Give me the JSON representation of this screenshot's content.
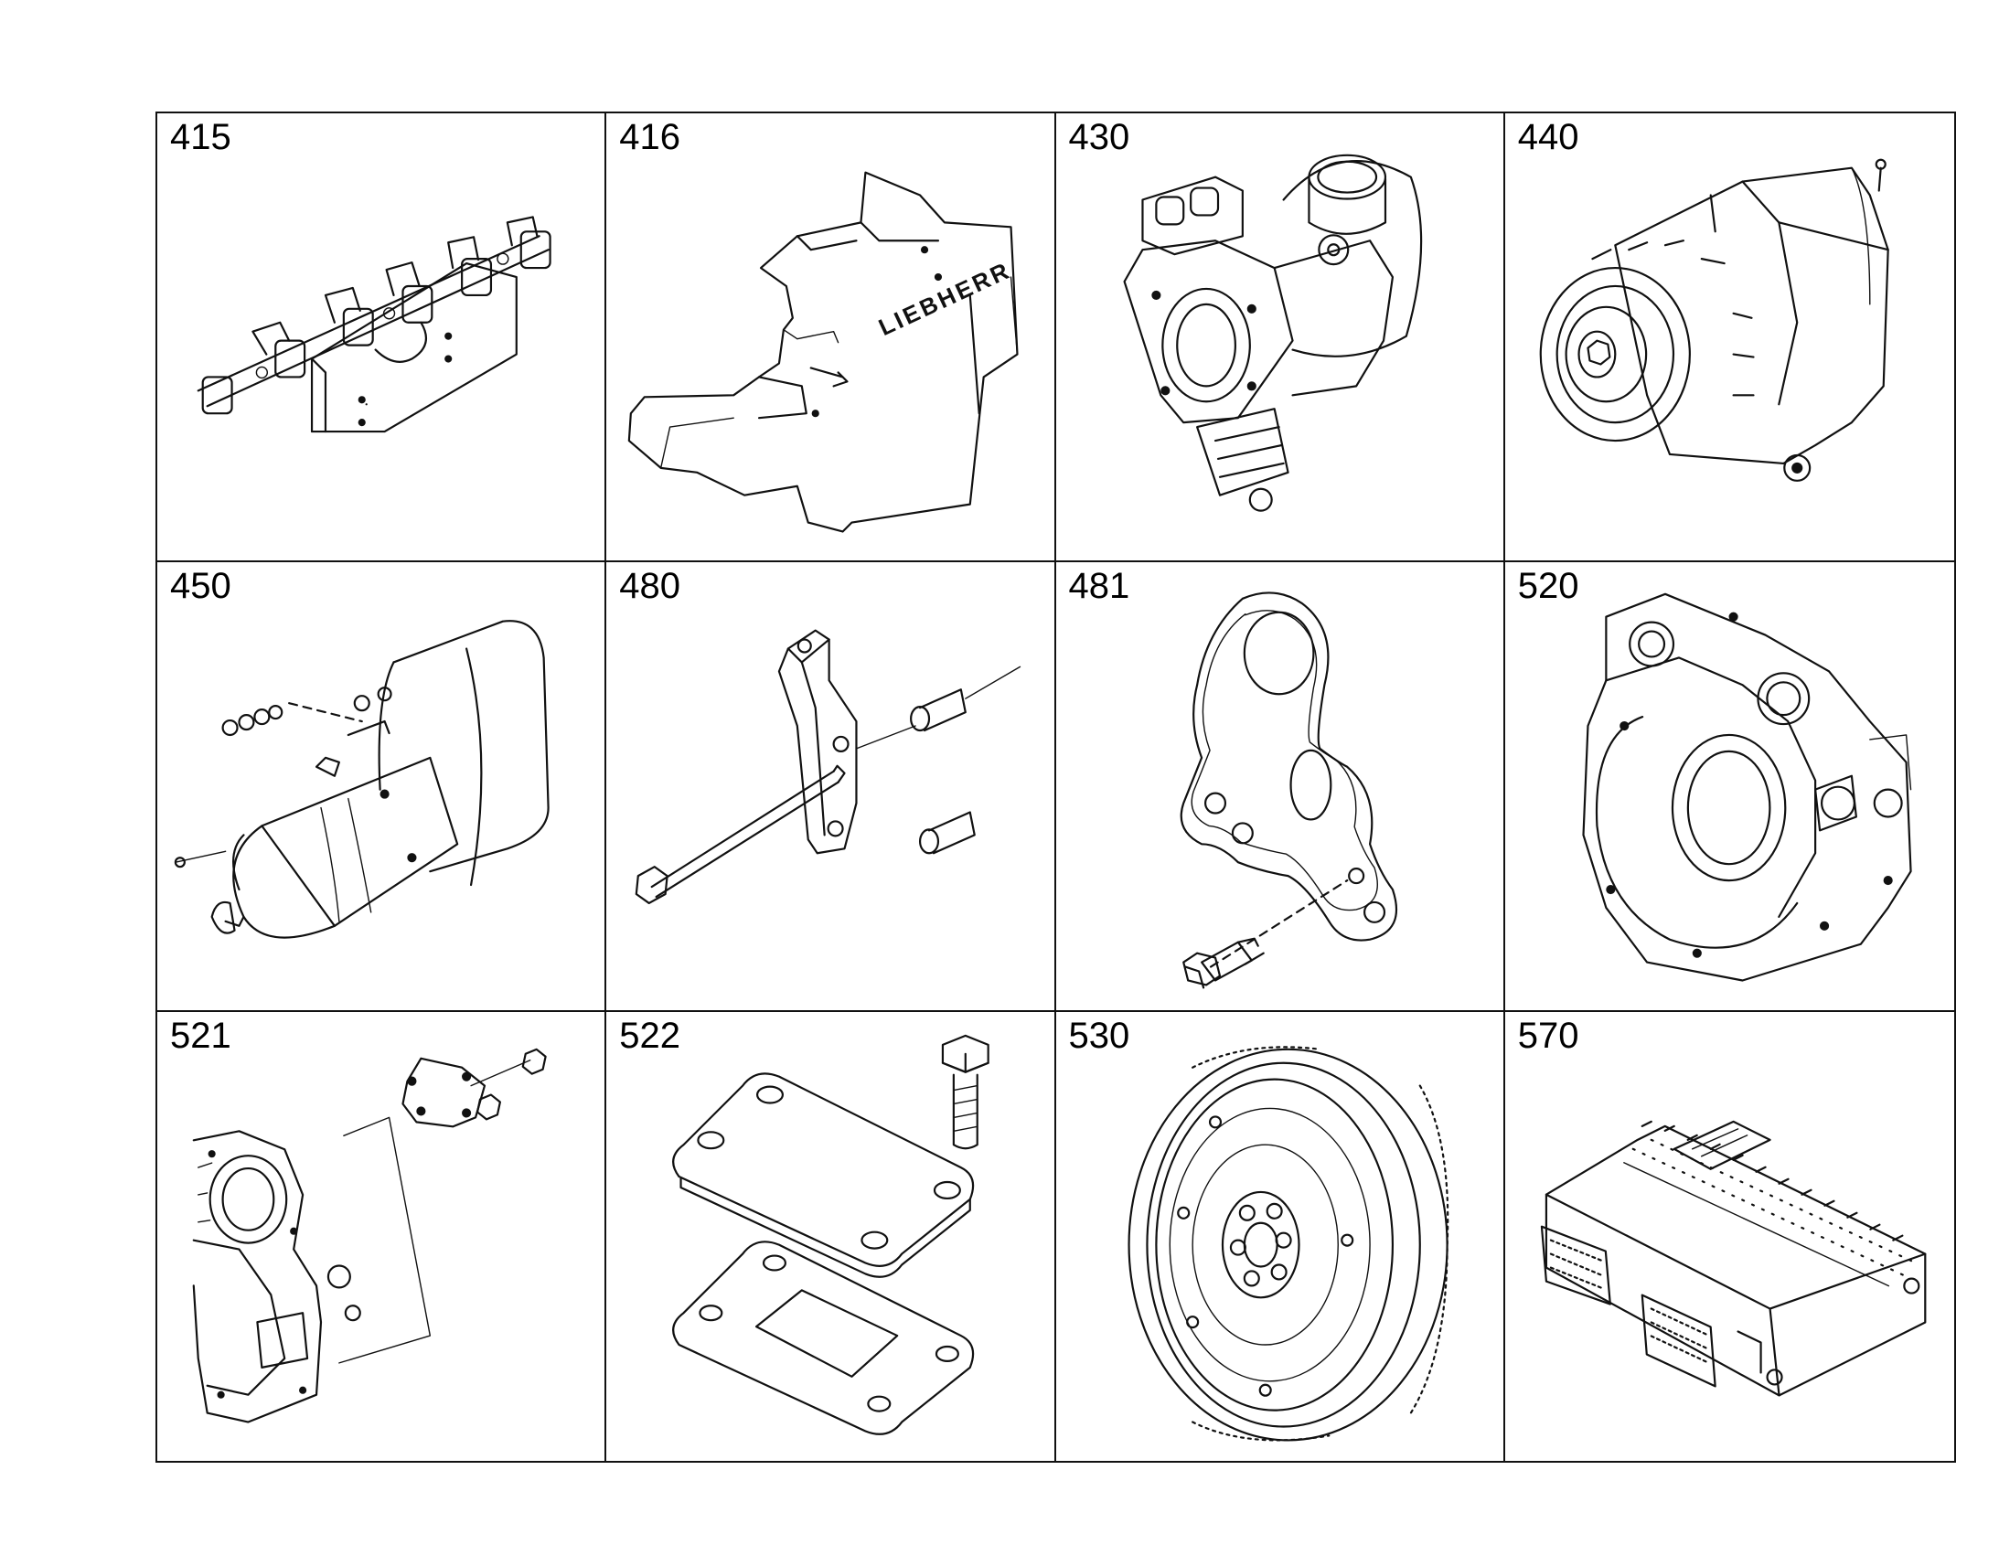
{
  "parts": [
    {
      "number": "415",
      "icon": "exhaust-manifold-icon"
    },
    {
      "number": "416",
      "icon": "engine-cover-icon",
      "brand_text": "LIEBHERR"
    },
    {
      "number": "430",
      "icon": "turbocharger-icon"
    },
    {
      "number": "440",
      "icon": "alternator-icon"
    },
    {
      "number": "450",
      "icon": "starter-motor-icon"
    },
    {
      "number": "480",
      "icon": "bracket-bolt-icon"
    },
    {
      "number": "481",
      "icon": "mounting-plate-icon"
    },
    {
      "number": "520",
      "icon": "flywheel-housing-icon"
    },
    {
      "number": "521",
      "icon": "cover-plate-icon"
    },
    {
      "number": "522",
      "icon": "flange-gasket-icon"
    },
    {
      "number": "530",
      "icon": "flywheel-icon"
    },
    {
      "number": "570",
      "icon": "control-unit-icon"
    }
  ]
}
